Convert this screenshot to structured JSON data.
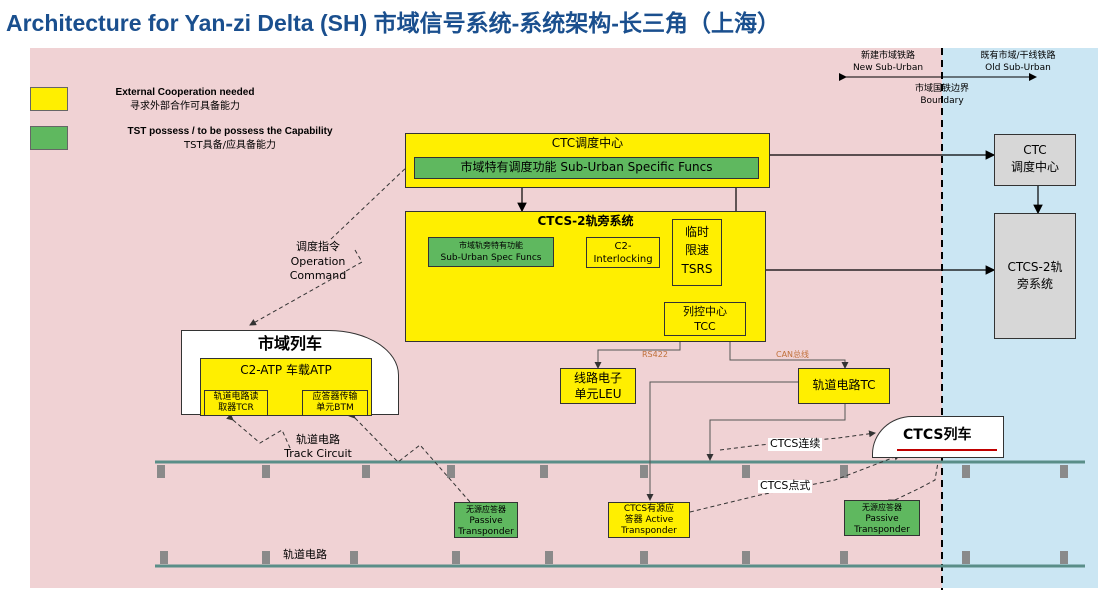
{
  "title": "Architecture for Yan-zi Delta (SH) 市域信号系统-系统架构-长三角（上海）",
  "legend": {
    "external_en": "External Cooperation needed",
    "external_zh": "寻求外部合作可具备能力",
    "tst_en": "TST possess / to be possess the Capability",
    "tst_zh": "TST具备/应具备能力"
  },
  "header": {
    "new_zh": "新建市域铁路",
    "new_en": "New Sub-Urban",
    "old_zh": "既有市域/干线铁路",
    "old_en": "Old Sub-Urban",
    "boundary_zh": "市域国铁边界",
    "boundary_en": "Boundary"
  },
  "ctc": {
    "title": "CTC调度中心",
    "sub": "市域特有调度功能 Sub-Urban Specific Funcs"
  },
  "ctcs2": {
    "title": "CTCS-2轨旁系统",
    "spec_zh": "市域轨旁特有功能",
    "spec_en": "Sub-Urban Spec Funcs",
    "interlock_1": "C2-",
    "interlock_2": "Interlocking",
    "tsrs_1": "临时",
    "tsrs_2": "限速",
    "tsrs_3": "TSRS",
    "tcc_1": "列控中心",
    "tcc_2": "TCC"
  },
  "operation": {
    "zh": "调度指令",
    "en1": "Operation",
    "en2": "Command"
  },
  "train": {
    "title": "市域列车",
    "atp": "C2-ATP 车载ATP",
    "tcr_1": "轨道电路读",
    "tcr_2": "取器TCR",
    "btm_1": "应答器传输",
    "btm_2": "单元BTM"
  },
  "leu": {
    "l1": "线路电子",
    "l2": "单元LEU"
  },
  "tc": {
    "label": "轨道电路TC"
  },
  "links": {
    "rs422": "RS422",
    "can": "CAN总线"
  },
  "track_circuit": {
    "zh": "轨道电路",
    "en": "Track Circuit"
  },
  "ctcs_train": {
    "label": "CTCS列车"
  },
  "ctcs_link": {
    "continuous": "CTCS连续",
    "point": "CTCS点式"
  },
  "transponders": {
    "passive1_1": "无源应答器",
    "passive1_2": "Passive",
    "passive1_3": "Transponder",
    "active_1": "CTCS有源应",
    "active_2": "答器 Active",
    "active_3": "Transponder",
    "passive2_1": "无源应答器",
    "passive2_2": "Passive",
    "passive2_3": "Transponder"
  },
  "bottom_track": {
    "label": "轨道电路"
  },
  "right": {
    "ctc_1": "CTC",
    "ctc_2": "调度中心",
    "ctcs2_1": "CTCS-2轨",
    "ctcs2_2": "旁系统"
  },
  "colors": {
    "title": "#1a4f8e",
    "external_yellow": "#ffef00",
    "tst_green": "#5fb85f",
    "pink_bg": "#f0d2d4",
    "blue_bg": "#cbe6f3",
    "track": "#5a8e88"
  }
}
